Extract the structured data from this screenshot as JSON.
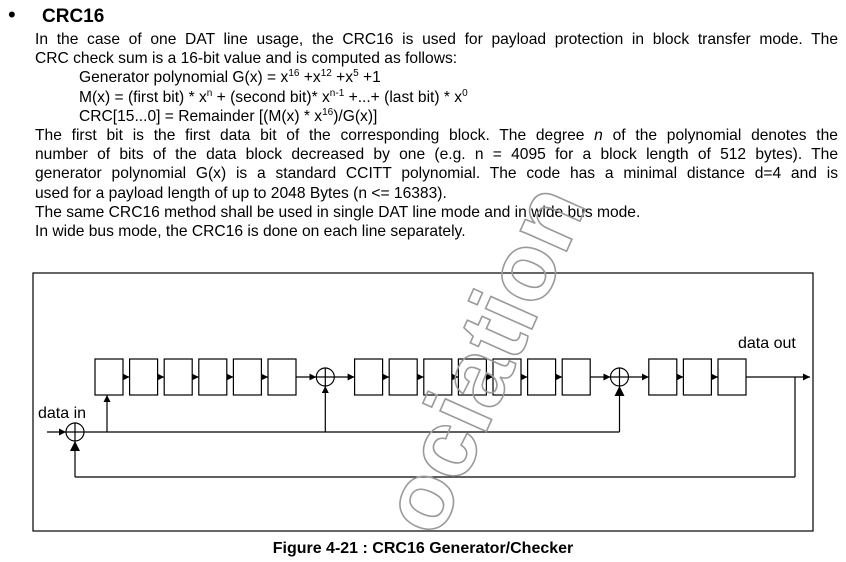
{
  "section": {
    "bullet": "•",
    "title": "CRC16"
  },
  "text": {
    "intro_1": "In the case of one DAT line usage, the CRC16 is used for payload protection in block transfer mode. The",
    "intro_2": "CRC check sum is a 16-bit value and is computed as follows:",
    "generator_prefix": "Generator polynomial G(x) = x",
    "generator_exp_1": "16",
    "generator_mid_1": " +x",
    "generator_exp_2": "12",
    "generator_mid_2": " +x",
    "generator_exp_3": "5",
    "generator_suffix": " +1",
    "mx_prefix": "M(x) = (first bit) * x",
    "mx_exp_1": "n",
    "mx_mid_1": " + (second bit)* x",
    "mx_exp_2": "n-1",
    "mx_mid_2": " +...+ (last bit) * x",
    "mx_exp_3": "0",
    "crc_prefix": "CRC[15...0] = Remainder [(M(x) * x",
    "crc_exp": "16",
    "crc_suffix": ")/G(x)]",
    "para_1a": "The first bit is the first data bit of the corresponding block. The degree ",
    "para_1_var": "n",
    "para_1b": " of the polynomial denotes the",
    "para_2": "number of bits of the data block decreased by one (e.g. n = 4095 for a block length of 512 bytes). The",
    "para_3": "generator polynomial G(x) is a standard CCITT polynomial. The code has a minimal distance d=4 and is",
    "para_4": "used for a payload length of up to 2048 Bytes (n <= 16383).",
    "para_5": "The same CRC16 method shall be used in single DAT line mode and in wide bus mode.",
    "para_6": "In wide bus mode, the CRC16 is done on each line separately."
  },
  "diagram": {
    "label_data_in": "data in",
    "label_data_out": "data out",
    "register_count": 16,
    "xor_after_registers": [
      0,
      5,
      12
    ],
    "colors": {
      "stroke": "#000000",
      "frame": "#000000",
      "watermark": "#9a9a9a"
    }
  },
  "figure": {
    "caption": "Figure 4-21 : CRC16 Generator/Checker"
  },
  "watermark": {
    "text": "ociation"
  }
}
